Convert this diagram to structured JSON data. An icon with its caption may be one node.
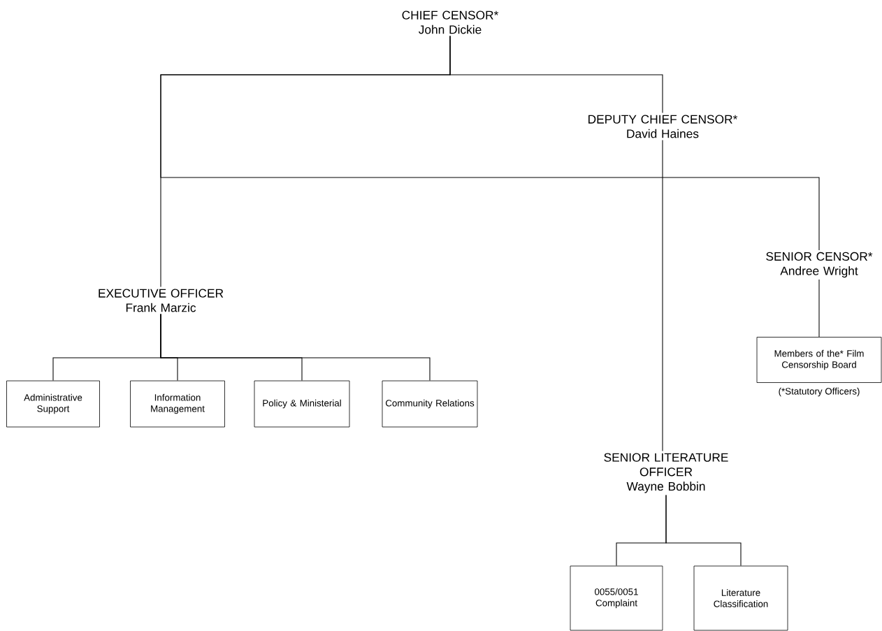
{
  "diagram": {
    "nodes": [
      {
        "text": [
          "CHIEF CENSOR*",
          "John Dickie"
        ]
      },
      {
        "text": [
          "DEPUTY CHIEF CENSOR*",
          "David Haines"
        ]
      },
      {
        "text": [
          "EXECUTIVE OFFICER",
          "Frank Marzic"
        ]
      },
      {
        "text": [
          "SENIOR CENSOR*",
          "Andree Wright"
        ]
      },
      {
        "text": [
          "Administrative Support"
        ]
      },
      {
        "text": [
          "Information Management"
        ]
      },
      {
        "text": [
          "Policy & Ministerial"
        ]
      },
      {
        "text": [
          "Community Relations"
        ]
      },
      {
        "text": [
          "Members of the* Film Censorship Board"
        ],
        "beside": [
          "(*Statutory Officers)"
        ]
      },
      {
        "text": [
          "SENIOR LITERATURE OFFICER",
          "Wayne Bobbin"
        ]
      },
      {
        "text": [
          "0055/0051 Complaint"
        ]
      },
      {
        "text": [
          "Literature Classification"
        ]
      }
    ],
    "edges": [
      {
        "from": 0,
        "to": 1,
        "arrow": "none"
      },
      {
        "from": 0,
        "to": 2,
        "arrow": "none"
      },
      {
        "from": 0,
        "to": 3,
        "arrow": "none"
      },
      {
        "from": 1,
        "to": 9,
        "arrow": "none"
      },
      {
        "from": 2,
        "to": 4,
        "arrow": "none"
      },
      {
        "from": 2,
        "to": 5,
        "arrow": "none"
      },
      {
        "from": 2,
        "to": 6,
        "arrow": "none"
      },
      {
        "from": 2,
        "to": 7,
        "arrow": "none"
      },
      {
        "from": 3,
        "to": 8,
        "arrow": "none"
      },
      {
        "from": 9,
        "to": 10,
        "arrow": "none"
      },
      {
        "from": 9,
        "to": 11,
        "arrow": "none"
      }
    ]
  }
}
